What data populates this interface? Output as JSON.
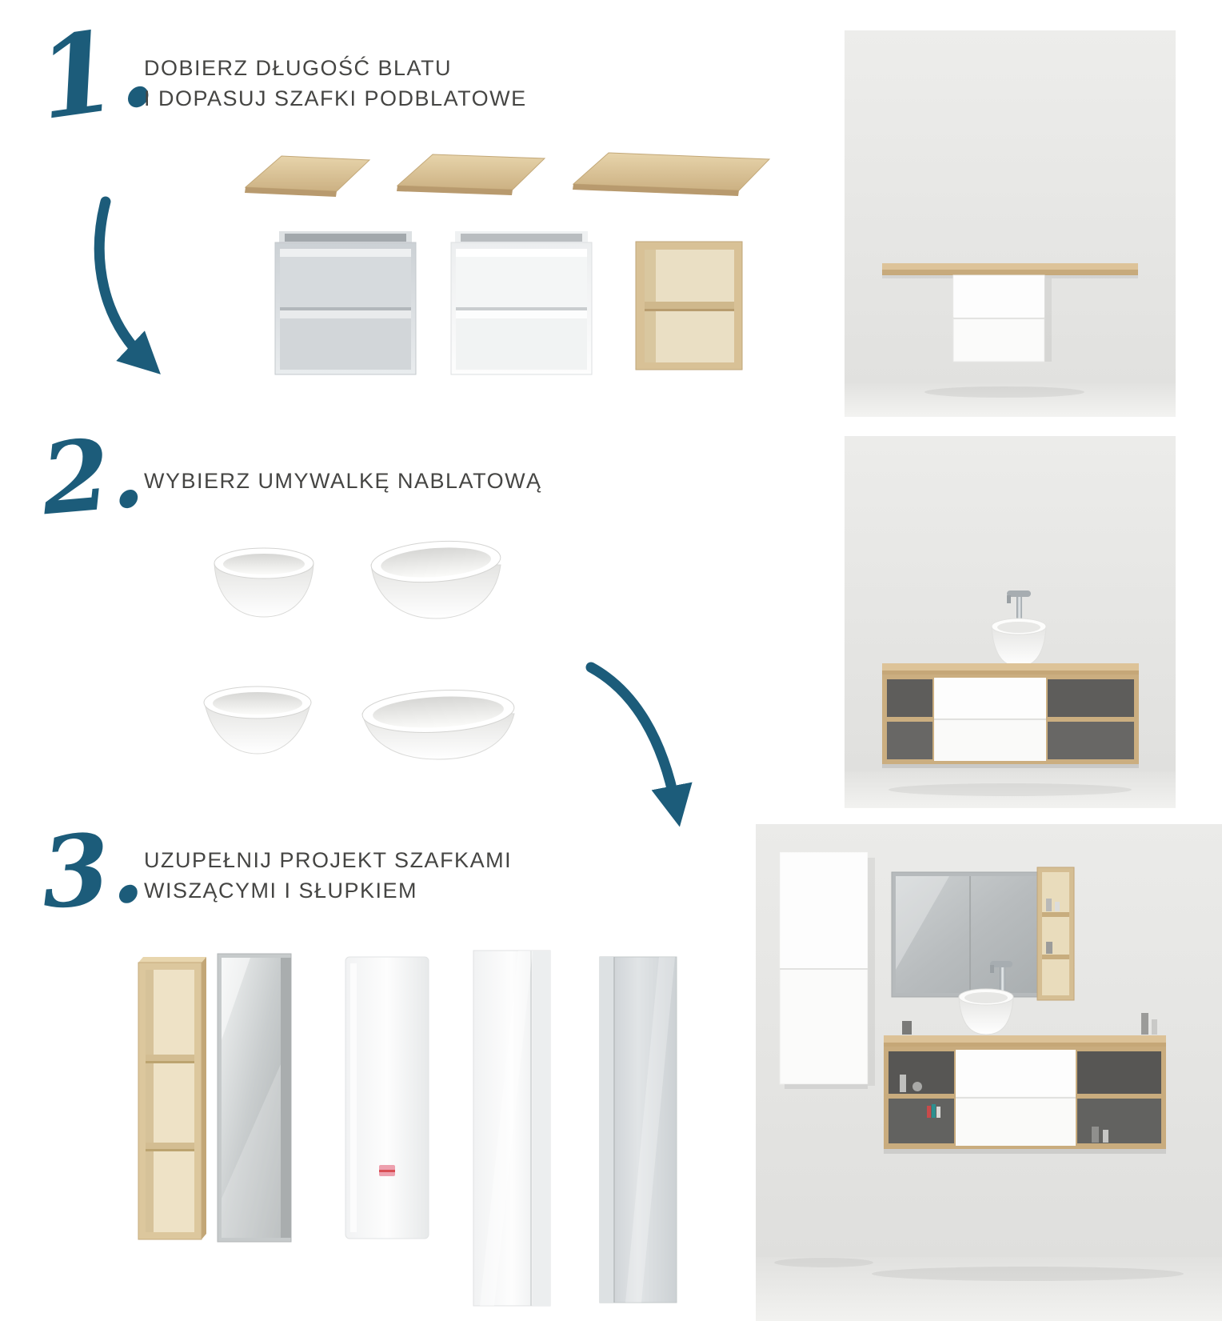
{
  "accent": {
    "teal": "#1c5c7a",
    "wood": "#d8c196",
    "text": "#454543",
    "background": "#ffffff"
  },
  "steps": [
    {
      "number": "1.",
      "title_lines": [
        "DOBIERZ DŁUGOŚĆ BLATU",
        "I DOPASUJ SZAFKI PODBLATOWE"
      ],
      "items": [
        "countertop-short",
        "countertop-medium",
        "countertop-long",
        "undercounter-cabinet-gray",
        "undercounter-cabinet-white",
        "undercounter-open-cabinet-wood"
      ]
    },
    {
      "number": "2.",
      "title_lines": [
        "WYBIERZ UMYWALKĘ NABLATOWĄ"
      ],
      "items": [
        "countertop-basin-round",
        "countertop-basin-oval",
        "countertop-basin-cone",
        "countertop-basin-asymmetric"
      ]
    },
    {
      "number": "3.",
      "title_lines": [
        "UZUPEŁNIJ PROJEKT SZAFKAMI",
        "WISZĄCYMI I SŁUPKIEM"
      ],
      "items": [
        "wall-shelf-column-wood",
        "mirror-cabinet",
        "wall-cabinet-white",
        "tall-column-white",
        "tall-column-gray"
      ]
    }
  ],
  "photos": [
    {
      "name": "countertop-with-undercounter-cabinet"
    },
    {
      "name": "cabinet-with-countertop-basin-and-faucet"
    },
    {
      "name": "complete-bathroom-arrangement"
    }
  ]
}
